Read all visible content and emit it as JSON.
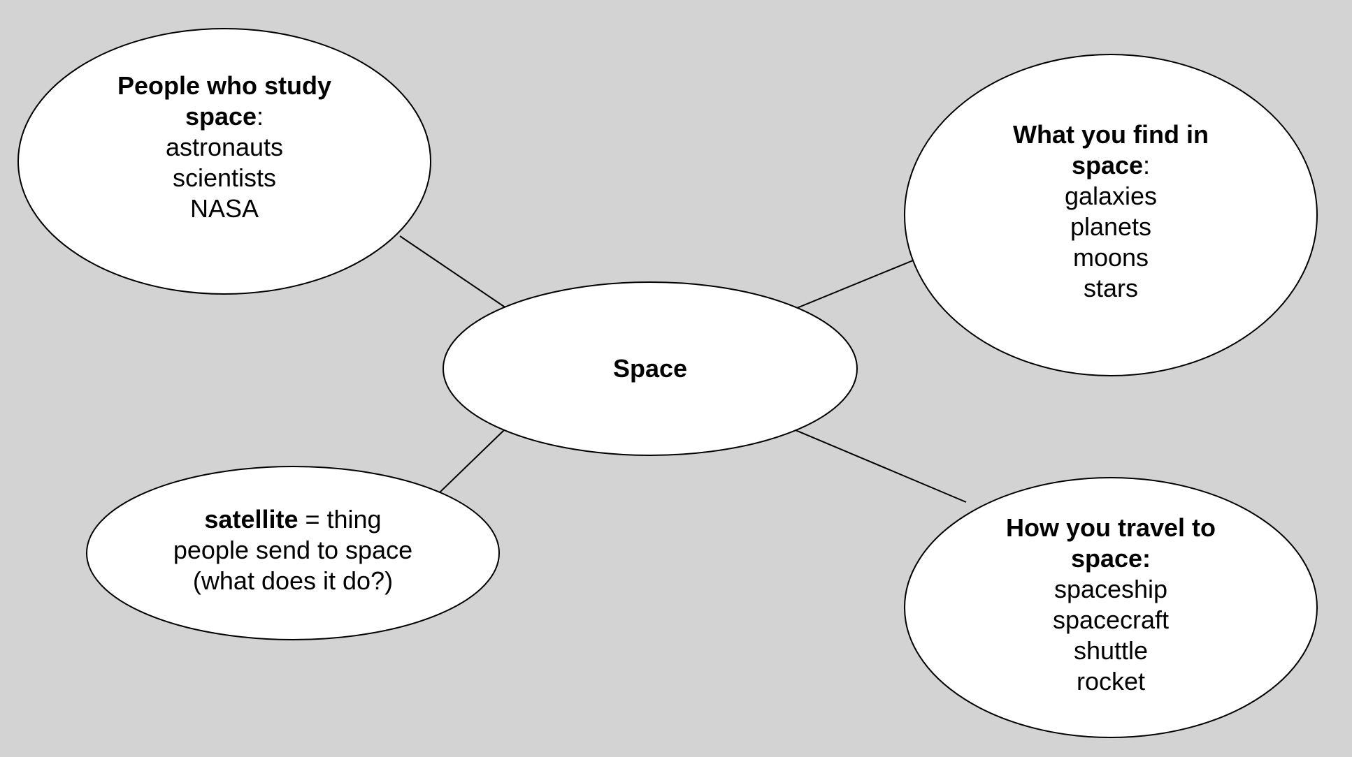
{
  "colors": {
    "background": "#d3d3d3",
    "node_fill": "#ffffff",
    "stroke": "#000000"
  },
  "diagram": {
    "center": {
      "label": "Space"
    },
    "people": {
      "heading_line1": "People who study",
      "heading_line2": "space",
      "heading_suffix": ":",
      "items": [
        "astronauts",
        "scientists",
        "NASA"
      ]
    },
    "find": {
      "heading_line1": "What you find in",
      "heading_line2": "space",
      "heading_suffix": ":",
      "items": [
        "galaxies",
        "planets",
        "moons",
        "stars"
      ]
    },
    "satellite": {
      "term": "satellite",
      "definition": " = thing",
      "line2": "people send to space",
      "line3": "(what does it do?)"
    },
    "travel": {
      "heading_line1": "How you travel to",
      "heading_line2": "space:",
      "items": [
        "spaceship",
        "spacecraft",
        "shuttle",
        "rocket"
      ]
    }
  }
}
